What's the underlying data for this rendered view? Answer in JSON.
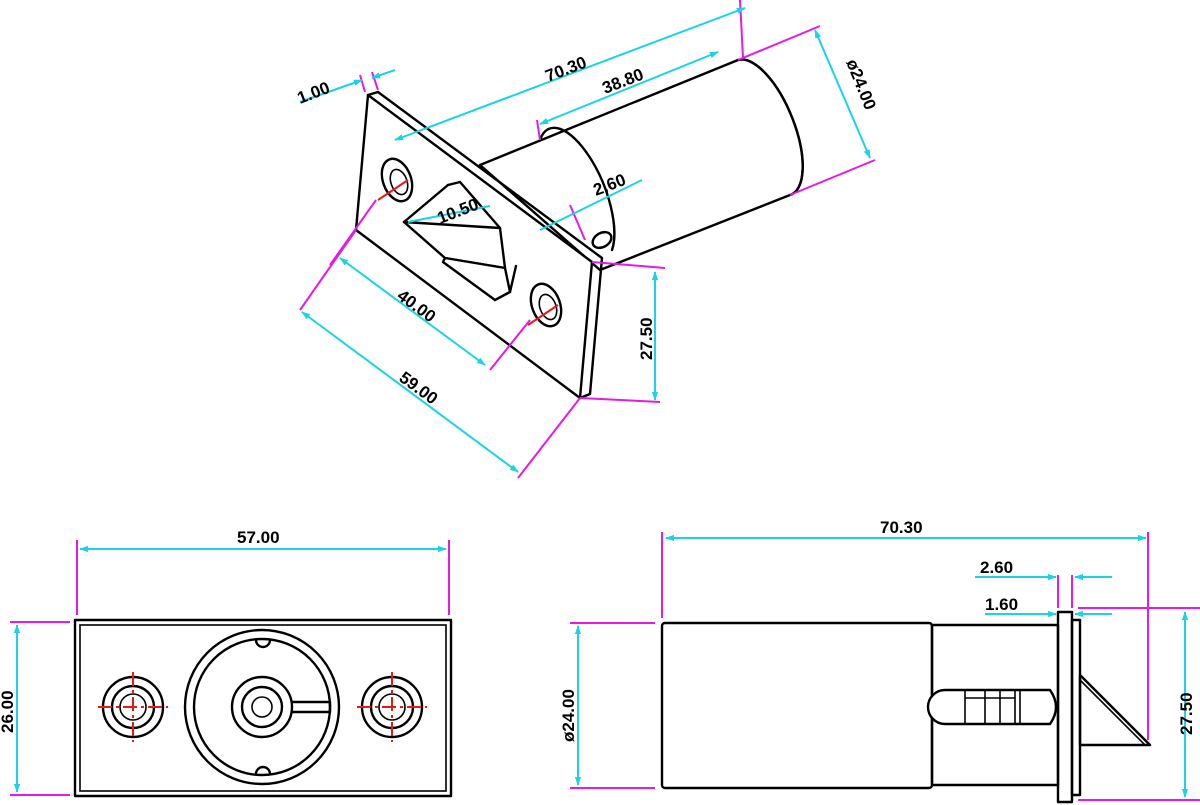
{
  "colors": {
    "dimension_line": "#19d3e6",
    "extension_line": "#e619e6",
    "center_mark": "#e61919",
    "outline": "#000000"
  },
  "iso_view": {
    "overall_length": "70.30",
    "cylinder_length": "38.80",
    "flange_thickness": "1.00",
    "cylinder_diameter": "ø24.00",
    "plate_offset": "2.60",
    "latch_width": "10.50",
    "hole_spacing": "40.00",
    "plate_length": "59.00",
    "plate_height": "27.50"
  },
  "front_view": {
    "plate_width": "57.00",
    "plate_height": "26.00"
  },
  "side_view": {
    "overall_length": "70.30",
    "plate_offset": "2.60",
    "flange_thickness": "1.60",
    "cylinder_diameter": "ø24.00",
    "plate_height": "27.50"
  }
}
